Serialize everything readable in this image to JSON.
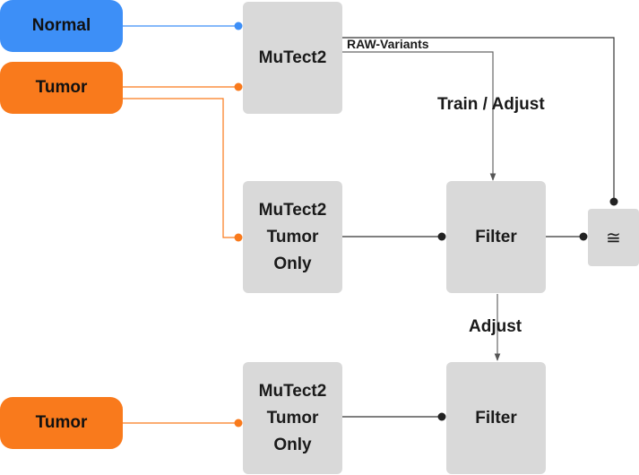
{
  "inputs": {
    "normal": "Normal",
    "tumor_top": "Tumor",
    "tumor_bottom": "Tumor"
  },
  "processes": {
    "mutect2": "MuTect2",
    "mutect2_tumor_only_top": "MuTect2\nTumor\nOnly",
    "mutect2_tumor_only_bottom": "MuTect2\nTumor\nOnly",
    "filter_top": "Filter",
    "filter_bottom": "Filter",
    "compare_symbol": "≅"
  },
  "edge_labels": {
    "raw_variants": "RAW-Variants",
    "train_adjust": "Train / Adjust",
    "adjust": "Adjust"
  },
  "colors": {
    "normal": "#3d8ff7",
    "tumor": "#f97a1c",
    "process": "#d9d9d9",
    "connector": "#333333"
  }
}
